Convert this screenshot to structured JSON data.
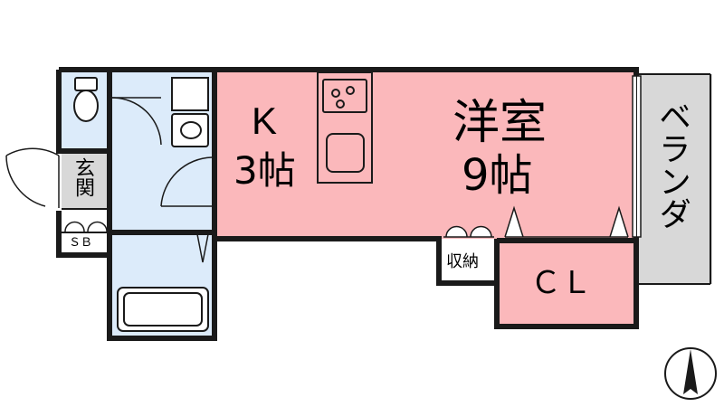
{
  "rooms": {
    "kitchen": {
      "name": "K",
      "size": "3帖"
    },
    "western_room": {
      "name": "洋室",
      "size": "9帖"
    },
    "entrance": "玄関",
    "shoe_box": "ＳＢ",
    "storage": "収納",
    "closet": "ＣＬ",
    "balcony": "ベランダ"
  },
  "colors": {
    "pink": "#fbb8bb",
    "blue": "#dcebfa",
    "gray": "#d8d8d8",
    "wall": "#1a1a1a"
  }
}
